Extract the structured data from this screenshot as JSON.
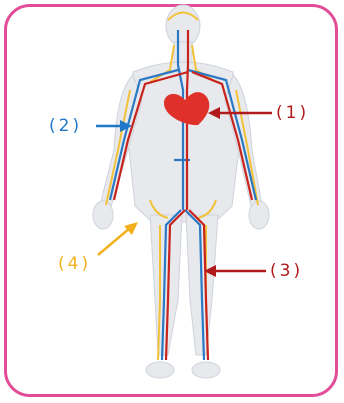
{
  "labels": [
    {
      "id": "label-1",
      "text": "(1)",
      "color": "#b11a1a"
    },
    {
      "id": "label-2",
      "text": "(2)",
      "color": "#1f78c8"
    },
    {
      "id": "label-3",
      "text": "(3)",
      "color": "#b11a1a"
    },
    {
      "id": "label-4",
      "text": "(4)",
      "color": "#f2b11c"
    }
  ],
  "colors": {
    "border": "#e24d98",
    "artery": "#c8231d",
    "vein": "#1f78c8",
    "lymph": "#f2b11c",
    "body": "#e6e8ec"
  }
}
